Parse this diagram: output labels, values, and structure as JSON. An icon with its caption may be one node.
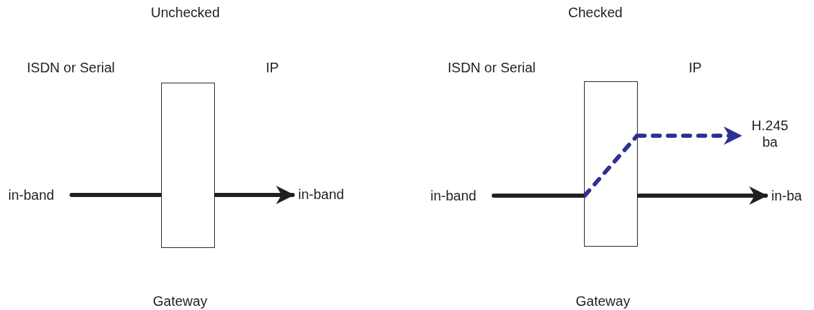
{
  "diagram": {
    "nodes": [
      {
        "text": [
          "in-band"
        ]
      },
      {
        "text": [],
        "shape": "box",
        "beside": [
          "Gateway"
        ]
      },
      {
        "text": [
          "in-band"
        ]
      },
      {
        "text": [
          "in-band"
        ]
      },
      {
        "text": [],
        "shape": "box",
        "beside": [
          "Gateway"
        ]
      },
      {
        "text": [
          "H.245 ba"
        ]
      },
      {
        "text": [
          "in-ba"
        ]
      }
    ],
    "edges": [
      {
        "from": 0,
        "to": 1,
        "arrow": "none"
      },
      {
        "from": 1,
        "to": 2,
        "arrow": "to"
      },
      {
        "from": 3,
        "to": 4,
        "arrow": "none"
      },
      {
        "from": 4,
        "to": 6,
        "arrow": "to"
      },
      {
        "from": 4,
        "to": 5,
        "arrow": "to",
        "style": "dashed",
        "color": "#2e3192"
      }
    ],
    "labels": [
      "Unchecked",
      "Checked",
      "ISDN or Serial",
      "IP",
      "ISDN or Serial",
      "IP"
    ]
  }
}
